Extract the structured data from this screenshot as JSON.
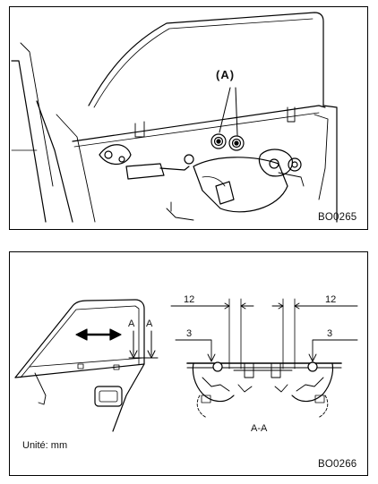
{
  "top_figure": {
    "callout_label": "(A)",
    "figure_code": "BO0265"
  },
  "bottom_figure": {
    "section_label_left_1": "A",
    "section_label_left_2": "A",
    "dim_left_top": "12",
    "dim_right_top": "12",
    "dim_left_small": "3",
    "dim_right_small": "3",
    "section_name": "A-A",
    "unit_note": "Unité: mm",
    "figure_code": "BO0266"
  }
}
